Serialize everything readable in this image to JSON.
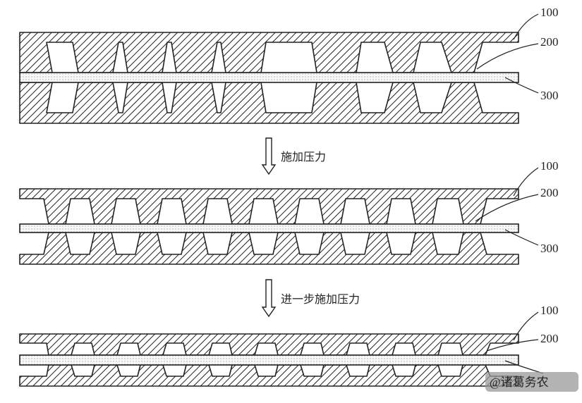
{
  "stages": [
    {
      "labels": {
        "sheet": "100",
        "hatched": "200",
        "dotted": "300"
      },
      "step": "施加压力"
    },
    {
      "labels": {
        "sheet": "100",
        "hatched": "200",
        "dotted": "300"
      },
      "step": "进一步施加压力"
    },
    {
      "labels": {
        "sheet": "100",
        "hatched": "200"
      }
    }
  ],
  "watermark": "@诸葛务农",
  "colors": {
    "stroke": "#222222",
    "hatch_fill": "#ffffff",
    "dot_fill": "#f7f7f7",
    "watermark_bg": "#9a9a9a"
  }
}
